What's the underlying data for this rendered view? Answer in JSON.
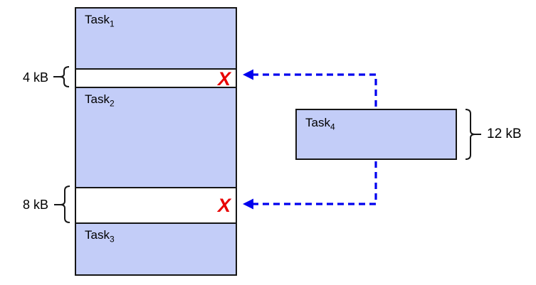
{
  "diagram": {
    "title_hint": "memory fragmentation: waiting task cannot fit in free gaps",
    "memory_column": {
      "segments": [
        {
          "id": "task1",
          "kind": "task",
          "label_base": "Task",
          "label_sub": "1"
        },
        {
          "id": "gap1",
          "kind": "free-gap",
          "size_label": "4 kB",
          "blocked_mark": "X"
        },
        {
          "id": "task2",
          "kind": "task",
          "label_base": "Task",
          "label_sub": "2"
        },
        {
          "id": "gap2",
          "kind": "free-gap",
          "size_label": "8 kB",
          "blocked_mark": "X"
        },
        {
          "id": "task3",
          "kind": "task",
          "label_base": "Task",
          "label_sub": "3"
        }
      ]
    },
    "incoming_task": {
      "label_base": "Task",
      "label_sub": "4",
      "size_label": "12 kB"
    },
    "colors": {
      "task_fill": "#c3cdf8",
      "box_border": "#161616",
      "arrow_blue": "#0000ee",
      "blocked_x_red": "#e80000"
    }
  }
}
